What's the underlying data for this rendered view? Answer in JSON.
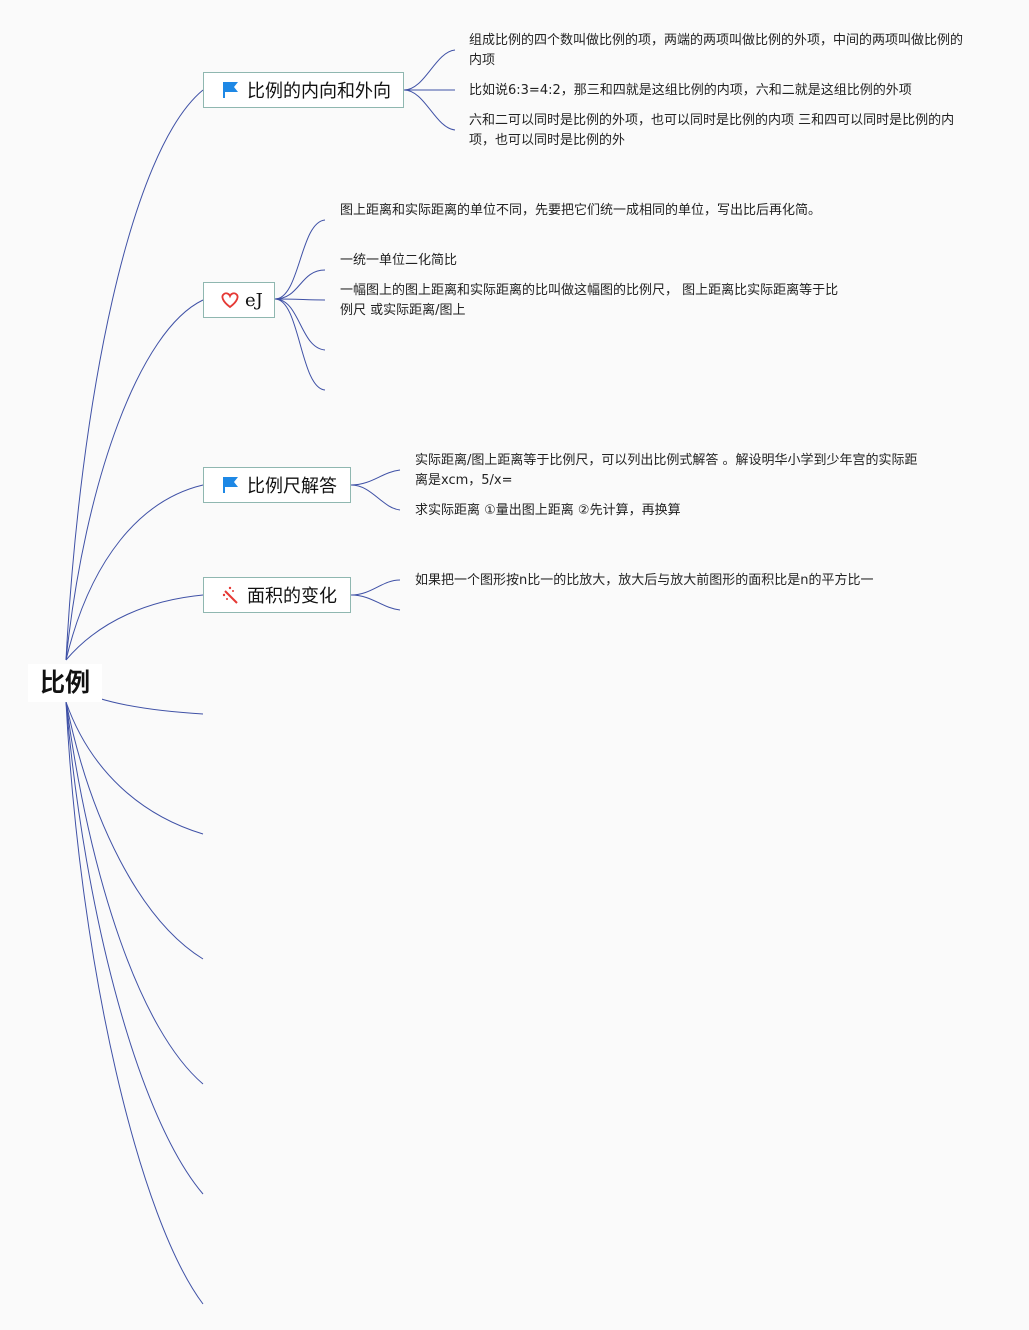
{
  "root": {
    "label": "比例"
  },
  "branches": [
    {
      "label": "比例的内向和外向",
      "icon": "flag-icon",
      "leaves": [
        "组成比例的四个数叫做比例的项，两端的两项叫做比例的外项，中间的两项叫做比例的内项",
        "比如说6:3=4:2，那三和四就是这组比例的内项，六和二就是这组比例的外项",
        "六和二可以同时是比例的外项，也可以同时是比例的内项 三和四可以同时是比例的内项，也可以同时是比例的外"
      ]
    },
    {
      "label": "eJ",
      "icon": "heart-icon",
      "leaves": [
        "图上距离和实际距离的单位不同，先要把它们统一成相同的单位，写出比后再化简。",
        "一统一单位二化简比",
        "一幅图上的图上距离和实际距离的比叫做这幅图的比例尺， 图上距离比实际距离等于比例尺 或实际距离/图上"
      ]
    },
    {
      "label": "比例尺解答",
      "icon": "flag-icon",
      "leaves": [
        "实际距离/图上距离等于比例尺，可以列出比例式解答 。解设明华小学到少年宫的实际距离是xcm，5/x=",
        "求实际距离 ①量出图上距离 ②先计算，再换算"
      ]
    },
    {
      "label": "面积的变化",
      "icon": "magic-wand-icon",
      "leaves": [
        "如果把一个图形按n比一的比放大，放大后与放大前图形的面积比是n的平方比一"
      ]
    }
  ],
  "colors": {
    "line": "#3f51a6",
    "node_border": "#8fb7b0",
    "flag": "#1e88e5",
    "heart": "#e53935",
    "wand": "#e53935"
  }
}
